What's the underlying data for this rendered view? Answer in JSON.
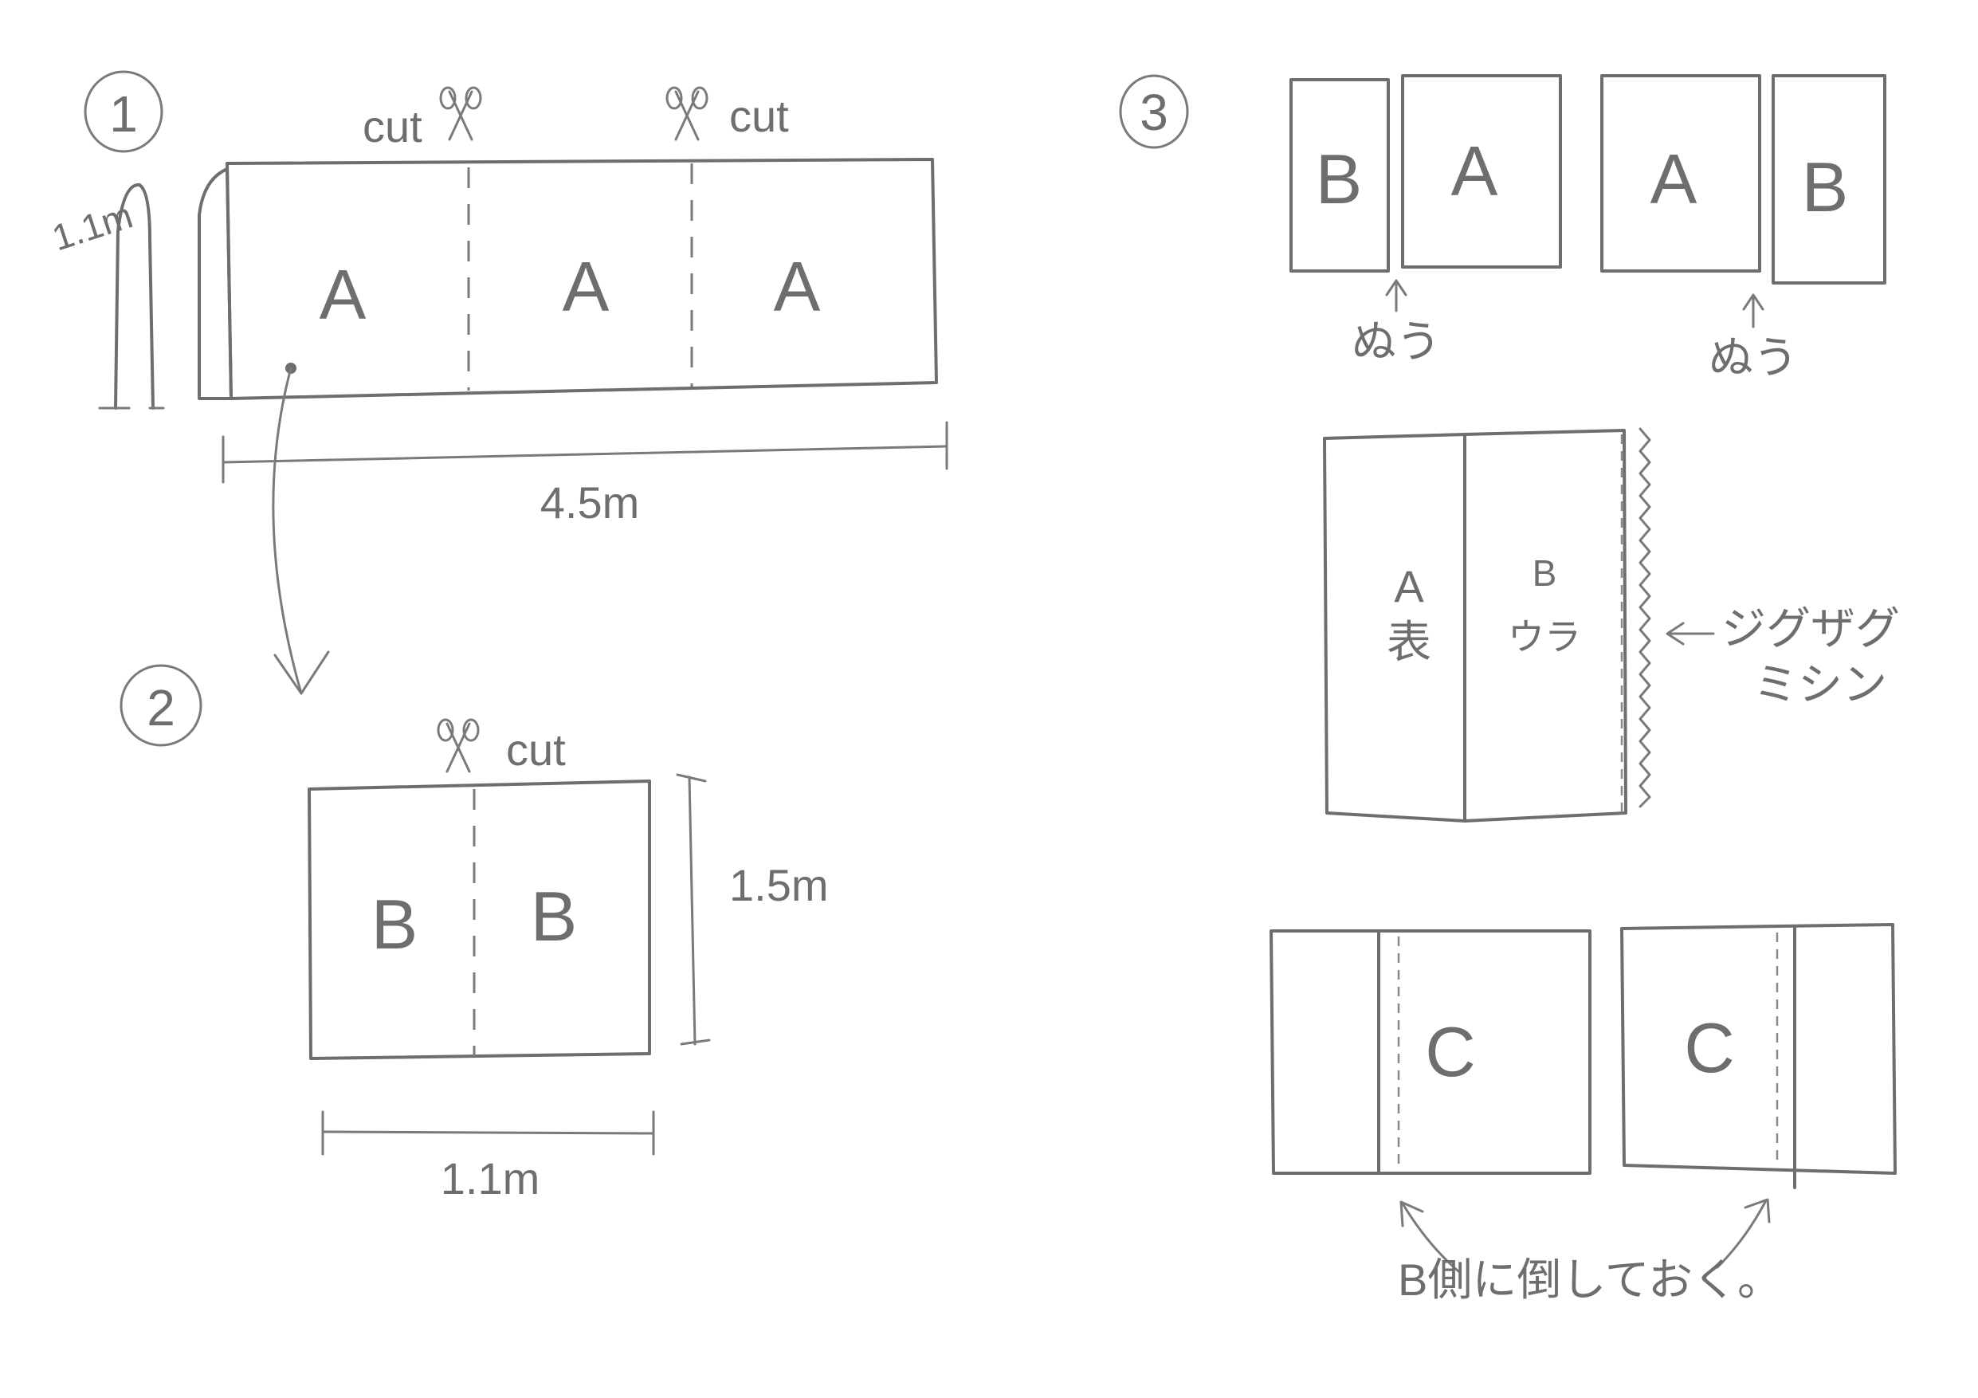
{
  "steps": {
    "s1": "1",
    "s2": "2",
    "s3": "3"
  },
  "cut_label": "cut",
  "dimensions": {
    "height_1": "1.1m",
    "length_1": "4.5m",
    "height_2": "1.5m",
    "width_2": "1.1m"
  },
  "panels": {
    "a": "A",
    "b": "B",
    "c": "C"
  },
  "sew_label": "ぬう",
  "front_label": "表",
  "back_label": "ウラ",
  "zigzag_label": {
    "line1": "ジグザグ",
    "line2": "ミシン"
  },
  "fold_note": "B側に倒しておく。",
  "colors": {
    "pencil": "#6e6e6e",
    "hatch": "#c9c9c9",
    "paper": "#ffffff"
  }
}
